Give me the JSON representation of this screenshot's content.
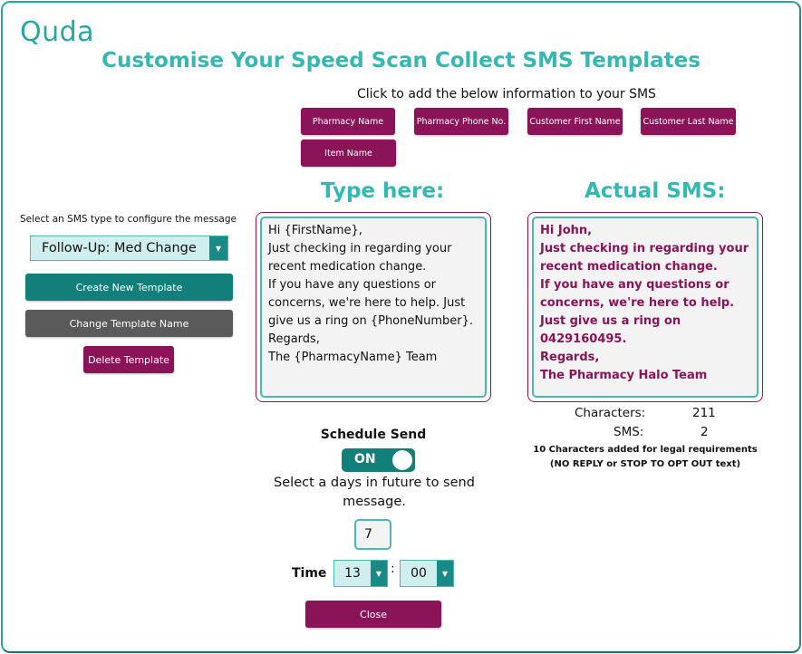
{
  "app": {
    "logo_text": "Quda"
  },
  "title": "Customise Your Speed Scan Collect SMS Templates",
  "insert": {
    "caption": "Click to add the below information to your SMS",
    "chips": [
      "Pharmacy Name",
      "Pharmacy Phone No.",
      "Customer First Name",
      "Customer Last Name",
      "Item Name"
    ]
  },
  "left_panel": {
    "caption": "Select an SMS type to configure the message",
    "sms_type_selected": "Follow-Up: Med Change",
    "create_label": "Create New Template",
    "rename_label": "Change Template Name",
    "delete_label": "Delete Template"
  },
  "editor": {
    "title": "Type here:",
    "text": "Hi {FirstName},\nJust checking in regarding your recent medication change.\nIf you have any questions or concerns, we're here to help. Just give us a ring on {PhoneNumber}.\nRegards,\nThe {PharmacyName} Team"
  },
  "preview": {
    "title": "Actual SMS:",
    "text": "Hi John,\nJust checking in regarding your recent medication change.\nIf you have any questions or concerns, we're here to help. Just give us a ring on 0429160495.\nRegards,\nThe Pharmacy Halo Team",
    "characters_label": "Characters:",
    "characters_value": "211",
    "sms_label": "SMS:",
    "sms_value": "2",
    "legal_note_1": "10 Characters added for legal requirements",
    "legal_note_2": "(NO REPLY or STOP TO OPT OUT text)"
  },
  "schedule": {
    "label": "Schedule Send",
    "toggle_label": "ON",
    "days_caption": "Select a days in future to send message.",
    "days_value": "7",
    "time_label": "Time",
    "hour": "13",
    "separator": ":",
    "minute": "00"
  },
  "close_label": "Close",
  "colors": {
    "accent_teal": "#36b8b2",
    "brand_magenta": "#8a1457",
    "button_teal": "#137f7b",
    "button_grey": "#5a5a5a"
  }
}
